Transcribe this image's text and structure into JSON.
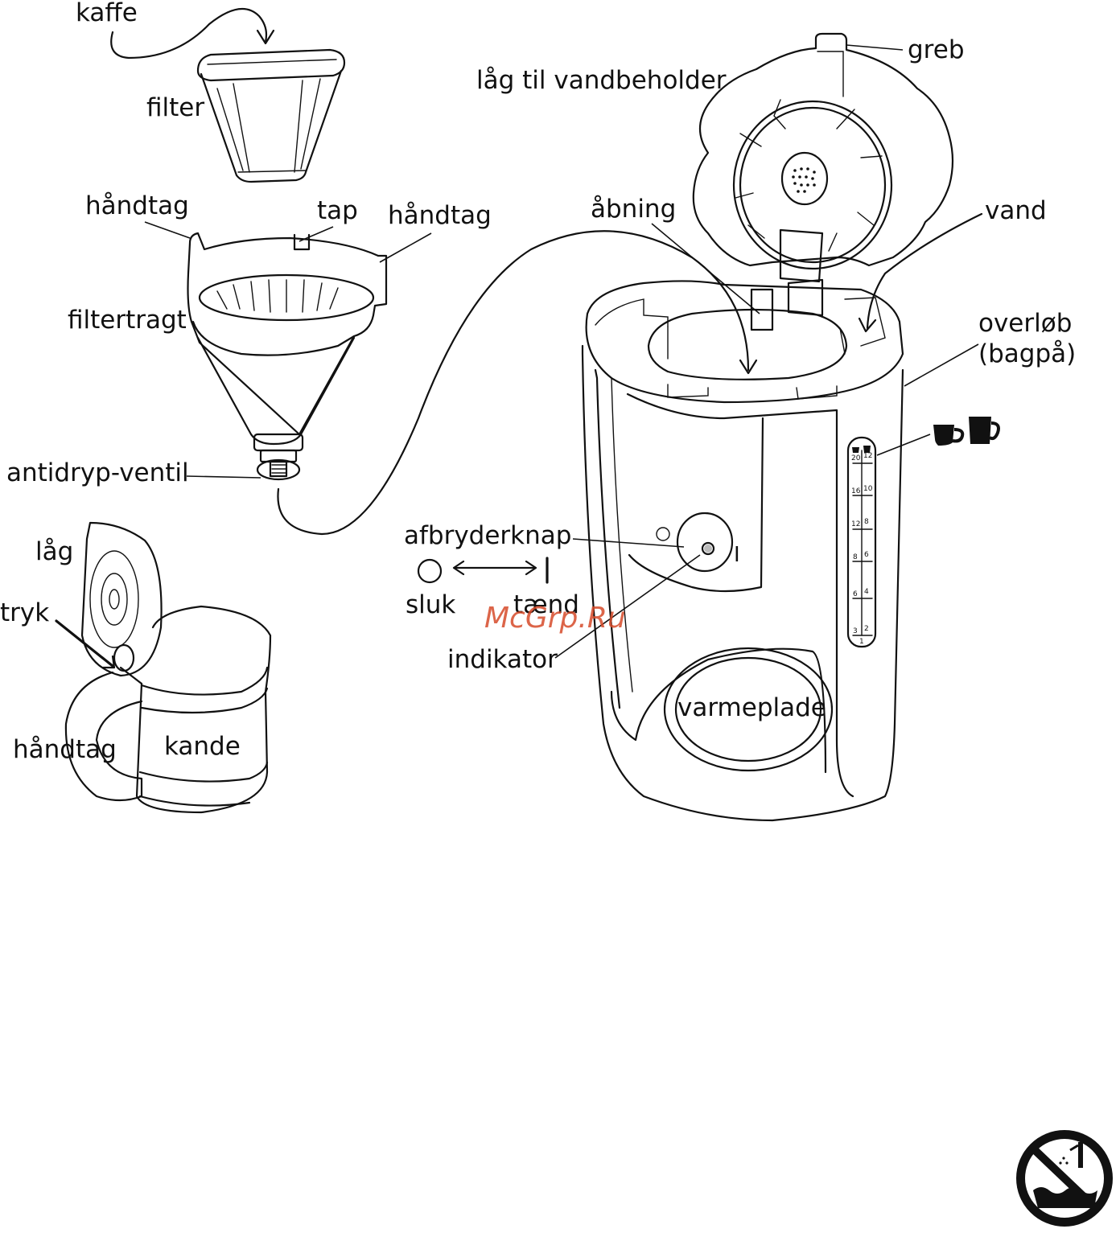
{
  "labels": {
    "kaffe": "kaffe",
    "filter": "filter",
    "handtag_left": "håndtag",
    "tap": "tap",
    "handtag_right": "håndtag",
    "filtertragt": "filtertragt",
    "antidryp": "antidryp-ventil",
    "lag": "låg",
    "tryk": "tryk",
    "handtag_jug": "håndtag",
    "kande": "kande",
    "greb": "greb",
    "lag_vand": "låg til vandbeholder",
    "abning": "åbning",
    "vand": "vand",
    "overlob": "overløb",
    "bagpa": "(bagpå)",
    "afbryderknap": "afbryderknap",
    "sluk": "sluk",
    "taend": "tænd",
    "indikator": "indikator",
    "varmeplade": "varmeplade",
    "switch_on_mark": "I"
  },
  "water_scale": {
    "left": [
      "20",
      "16",
      "12",
      "8",
      "6",
      "3"
    ],
    "right": [
      "12",
      "10",
      "8",
      "6",
      "4",
      "2"
    ],
    "bottom": "1"
  },
  "watermark": "McGrp.Ru",
  "icons": {
    "small_cup": "small-cup-icon",
    "large_cup": "large-mug-icon",
    "no_immerse": "no-immerse-in-water-icon"
  }
}
